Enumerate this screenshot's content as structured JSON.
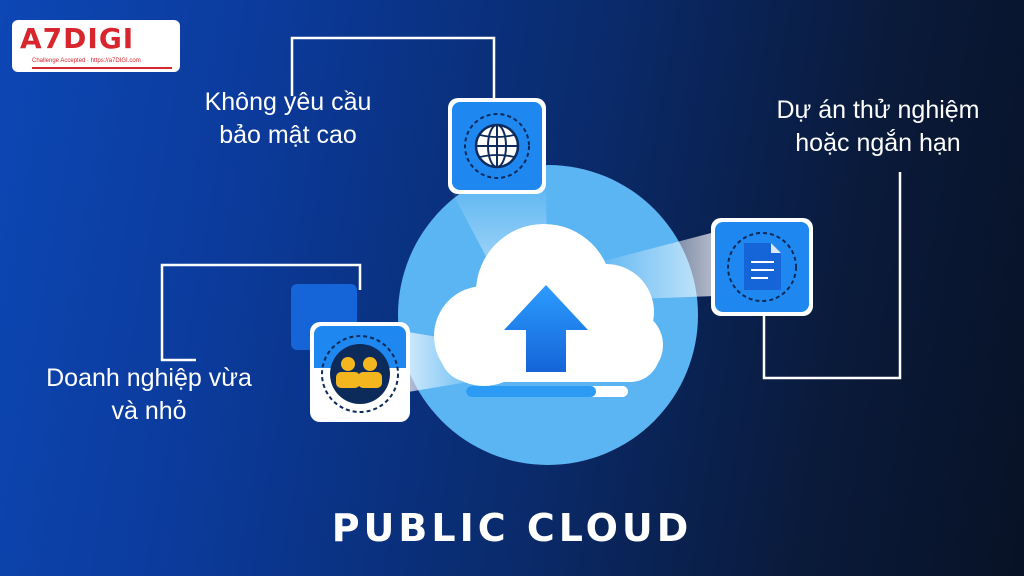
{
  "logo": {
    "brand": "A7DIGI",
    "tagline": "Challenge Accepted · https://a7DIGI.com"
  },
  "labels": {
    "top_left": [
      "Không yêu cầu",
      "bảo mật cao"
    ],
    "top_right": [
      "Dự án thử nghiệm",
      "hoặc ngắn hạn"
    ],
    "bottom_left": [
      "Doanh nghiệp vừa",
      "và nhỏ"
    ]
  },
  "title": "PUBLIC CLOUD",
  "colors": {
    "accent": "#1e88f0",
    "circle": "#5bb5f2",
    "logo_red": "#d8262e",
    "person": "#f3b61f"
  },
  "icons": [
    "globe-icon",
    "document-icon",
    "users-icon",
    "cloud-upload-icon"
  ]
}
